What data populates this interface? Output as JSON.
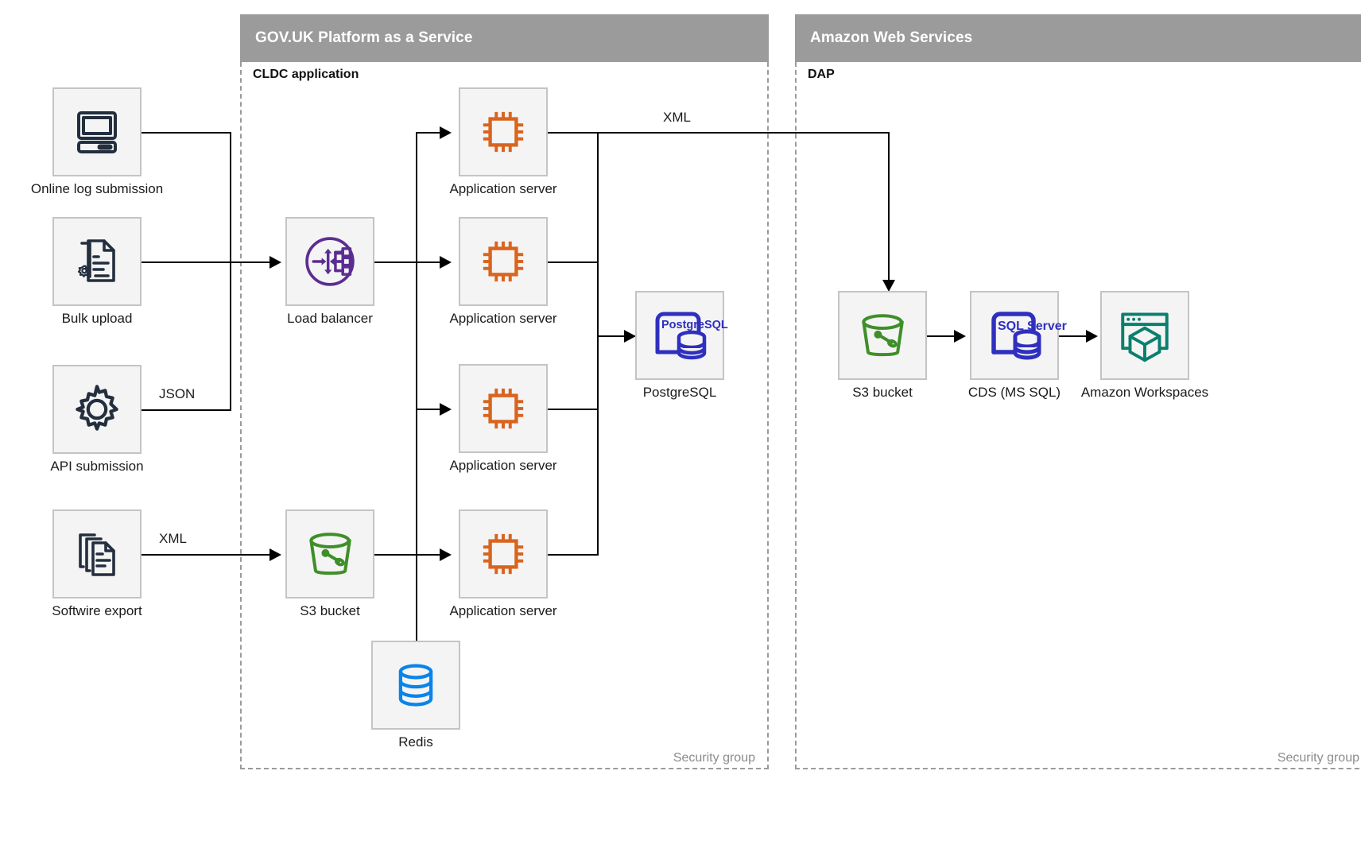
{
  "groups": {
    "paas": {
      "title": "GOV.UK Platform as a Service",
      "subtitle": "CLDC application",
      "security_label": "Security group"
    },
    "aws": {
      "title": "Amazon Web Services",
      "subtitle": "DAP",
      "security_label": "Security group"
    }
  },
  "sources": [
    {
      "label": "Online log submission",
      "icon": "desktop-computer-icon"
    },
    {
      "label": "Bulk upload",
      "icon": "document-gear-icon"
    },
    {
      "label": "API submission",
      "icon": "gear-icon"
    },
    {
      "label": "Softwire export",
      "icon": "documents-stack-icon"
    }
  ],
  "platform_nodes": {
    "load_balancer": {
      "label": "Load balancer",
      "icon": "load-balancer-icon"
    },
    "app_servers": [
      {
        "label": "Application server",
        "icon": "cpu-chip-icon"
      },
      {
        "label": "Application server",
        "icon": "cpu-chip-icon"
      },
      {
        "label": "Application server",
        "icon": "cpu-chip-icon"
      },
      {
        "label": "Application server",
        "icon": "cpu-chip-icon"
      }
    ],
    "postgres": {
      "label": "PostgreSQL",
      "icon": "postgresql-icon",
      "logo_text": "PostgreSQL"
    },
    "s3_bucket": {
      "label": "S3 bucket",
      "icon": "s3-bucket-icon"
    },
    "redis": {
      "label": "Redis",
      "icon": "redis-database-icon"
    }
  },
  "aws_nodes": [
    {
      "label": "S3 bucket",
      "icon": "s3-bucket-icon"
    },
    {
      "label": "CDS (MS SQL)",
      "icon": "sql-server-icon",
      "logo_text": "SQL Server"
    },
    {
      "label": "Amazon Workspaces",
      "icon": "amazon-workspaces-icon"
    }
  ],
  "edge_labels": {
    "api_json": "JSON",
    "softwire_xml": "XML",
    "appserver_xml": "XML"
  },
  "colors": {
    "group_header": "#9b9b9b",
    "node_fill": "#f4f4f4",
    "node_border": "#c4c4c4",
    "dark": "#232f3e",
    "orange": "#d9641e",
    "purple": "#5b2d91",
    "postgres_blue": "#2f2fbf",
    "green": "#3f8f29",
    "blue": "#0a84e8",
    "teal": "#0a7f6e",
    "line": "#000000",
    "muted_text": "#8c8c8c"
  }
}
